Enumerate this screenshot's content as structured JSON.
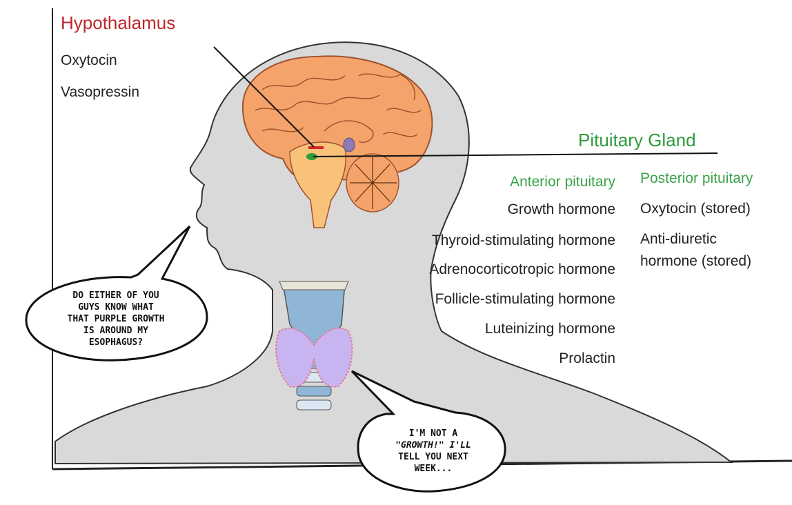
{
  "hypothalamus": {
    "title": "Hypothalamus",
    "hormones": [
      "Oxytocin",
      "Vasopressin"
    ]
  },
  "pituitary": {
    "title": "Pituitary Gland",
    "anterior": {
      "heading": "Anterior pituitary",
      "hormones": [
        "Growth hormone",
        "Thyroid-stimulating hormone",
        "Adrenocorticotropic hormone",
        "Follicle-stimulating hormone",
        "Luteinizing hormone",
        "Prolactin"
      ]
    },
    "posterior": {
      "heading": "Posterior pituitary",
      "hormones": [
        "Oxytocin (stored)",
        "Anti-diuretic",
        "hormone (stored)"
      ]
    }
  },
  "speech_bubbles": {
    "left": [
      "DO EITHER OF YOU",
      "GUYS KNOW WHAT",
      "THAT PURPLE GROWTH",
      "IS AROUND MY",
      "ESOPHAGUS?"
    ],
    "right": [
      "I'M NOT A",
      "\"GROWTH!\" I'LL",
      "TELL YOU NEXT",
      "WEEK..."
    ]
  },
  "colors": {
    "hypothalamus": "#c0272d",
    "pituitary": "#2e9b3c",
    "head": "#d9d9d9",
    "brain": "#f4a36b",
    "thyroid": "#c8b4f0",
    "trachea": "#8fb6d6"
  }
}
